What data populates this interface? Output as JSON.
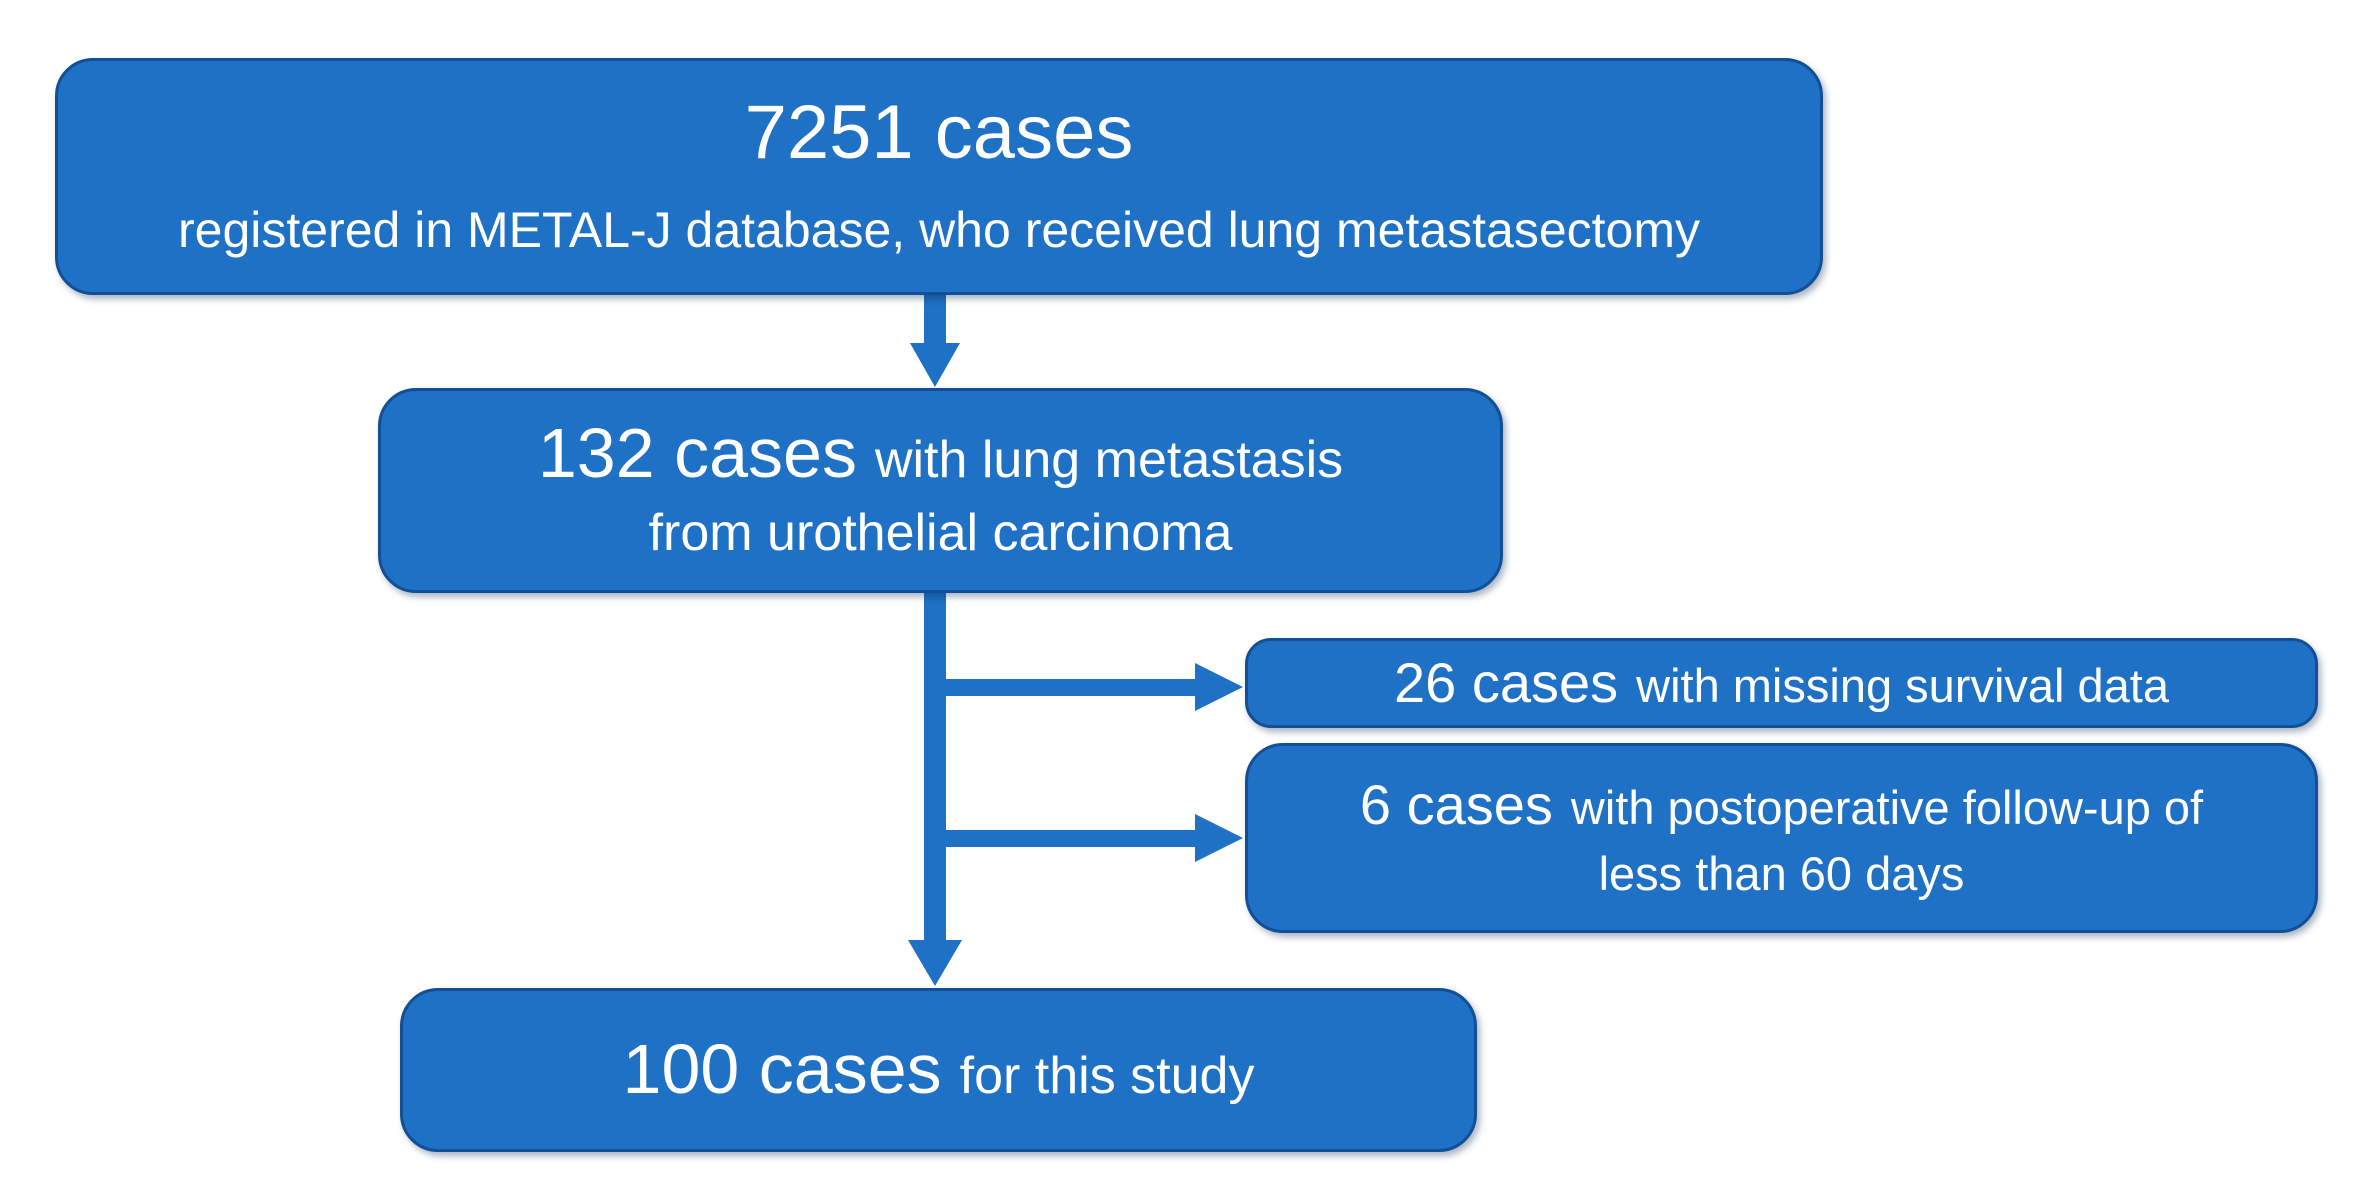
{
  "colors": {
    "box_fill": "#1E71C4",
    "box_border": "#124F96",
    "arrow": "#1E71C4",
    "text": "#FFFFFF",
    "background": "#FFFFFF"
  },
  "nodes": {
    "registered": {
      "count": "7251 cases",
      "desc": "registered in METAL-J database, who received lung metastasectomy"
    },
    "lung_metastasis": {
      "count": "132 cases",
      "desc": "with lung metastasis",
      "desc2": "from urothelial carcinoma"
    },
    "missing_survival": {
      "count": "26 cases",
      "desc": "with missing survival data"
    },
    "short_followup": {
      "count": "6 cases",
      "desc": "with postoperative follow-up of",
      "desc2": "less than 60 days"
    },
    "final": {
      "count": "100 cases",
      "desc": "for this study"
    }
  }
}
